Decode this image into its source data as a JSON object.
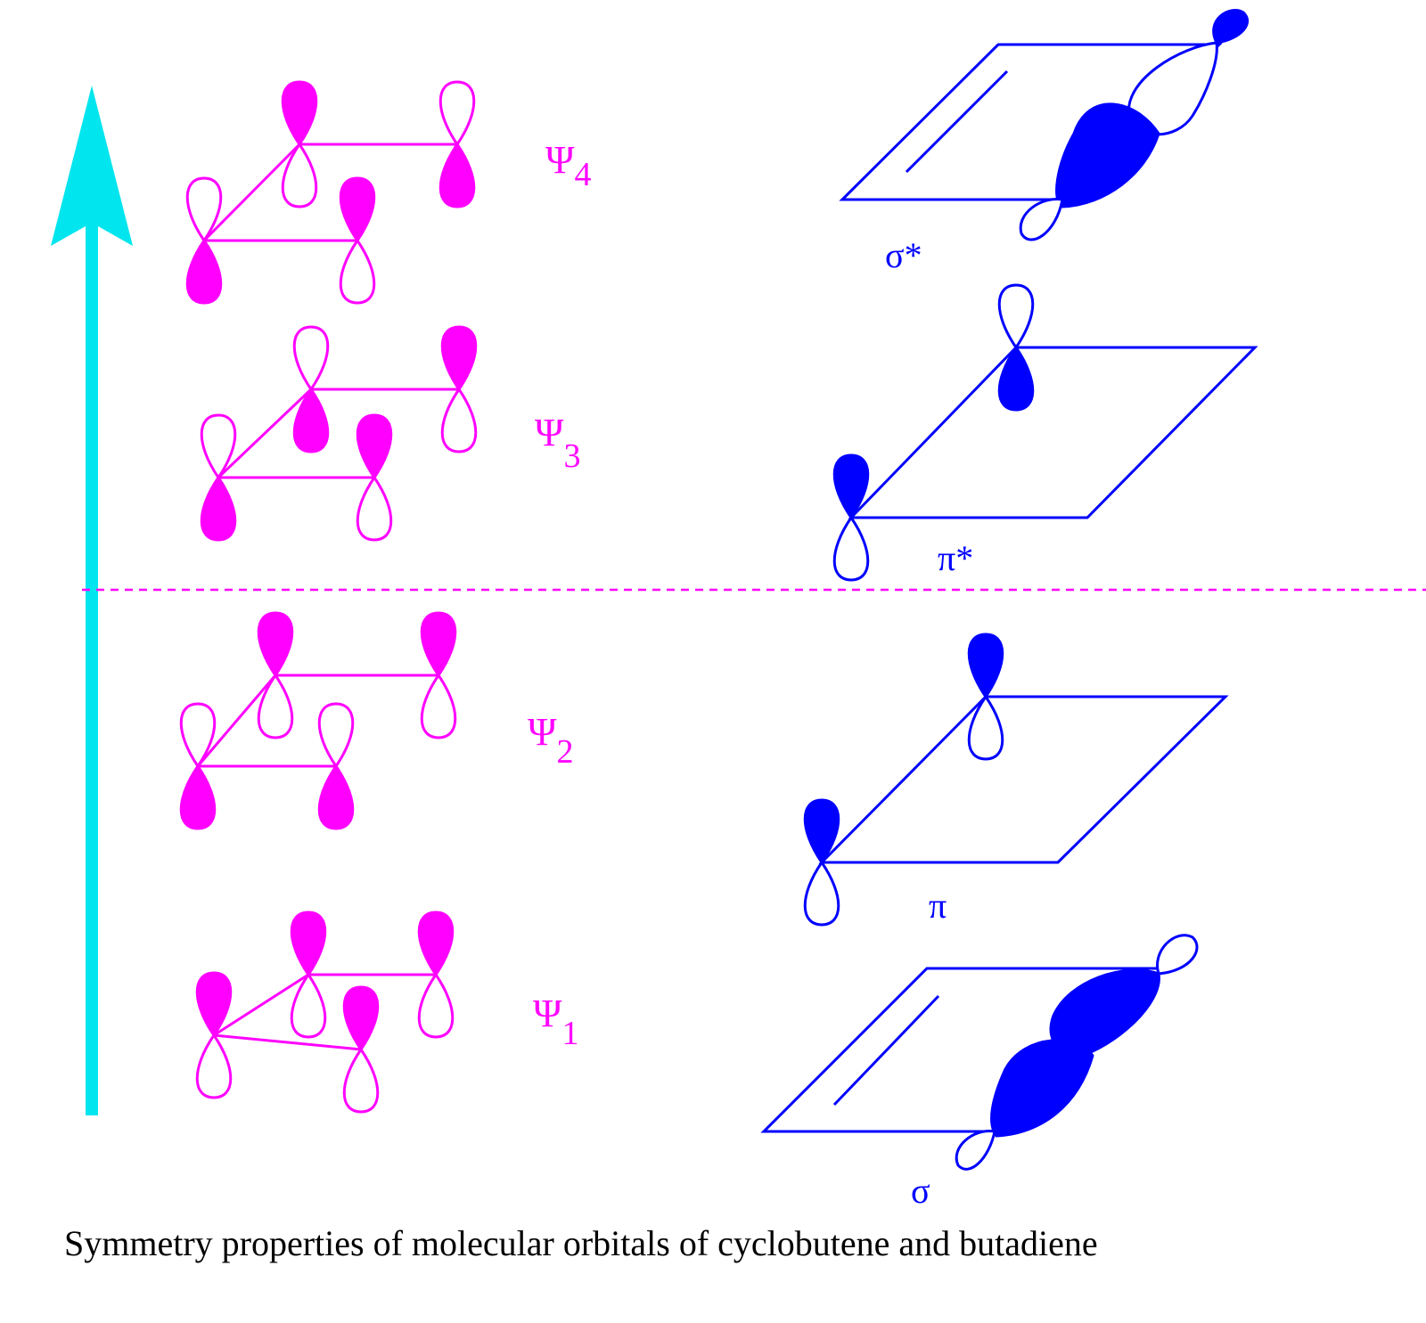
{
  "colors": {
    "butadiene": "#ff00ff",
    "cyclobutene": "#0000ff",
    "energy_arrow": "#00e5ee",
    "caption": "#000000"
  },
  "butadiene_mos": [
    {
      "symbol": "Ψ",
      "subscript": "4",
      "lobes_up_filled": [
        false,
        true,
        true,
        false
      ]
    },
    {
      "symbol": "Ψ",
      "subscript": "3",
      "lobes_up_filled": [
        false,
        false,
        true,
        true
      ]
    },
    {
      "symbol": "Ψ",
      "subscript": "2",
      "lobes_up_filled": [
        false,
        true,
        false,
        true
      ]
    },
    {
      "symbol": "Ψ",
      "subscript": "1",
      "lobes_up_filled": [
        true,
        true,
        true,
        true
      ]
    }
  ],
  "cyclobutene_mos": [
    {
      "label": "σ*"
    },
    {
      "label": "π*"
    },
    {
      "label": "π"
    },
    {
      "label": "σ"
    }
  ],
  "caption": "Symmetry properties of molecular orbitals of cyclobutene and butadiene"
}
